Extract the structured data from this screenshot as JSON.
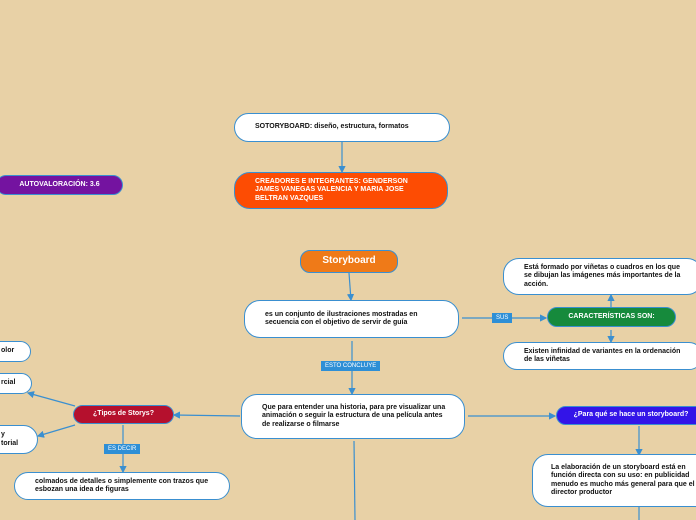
{
  "nodes": {
    "title_top": "SOTORYBOARD: diseño, estructura, formatos",
    "creators": "CREADORES E INTEGRANTES: GENDERSON JAMES VANEGAS VALENCIA Y MARIA JOSE BELTRAN VAZQUES",
    "self_eval": "AUTOVALORACIÓN: 3.6",
    "central": "Storyboard",
    "definition": "es un conjunto de ilustraciones mostradas en secuencia con el objetivo de servir de guía",
    "characteristics": "CARACTERÍSTICAS SON:",
    "char_1": "Está formado por viñetas o cuadros en los que se dibujan las imágenes más importantes de la acción.",
    "char_2": "Existen infinidad de variantes en la ordenación de las viñetas",
    "purpose_text": "Que para entender una historia, para pre visualizar una animación o seguir la estructura de una película antes de realizarse o filmarse",
    "why": "¿Para qué se hace un storyboard?",
    "why_answer": "La elaboración de un storyboard está en función directa con su uso: en publicidad menudo es mucho más general para que el director productor",
    "types": "¿Tipos de Storys?",
    "type_color": "olor",
    "type_commercial": "rcial",
    "type_editorial": "y\ntorial",
    "detail": "colmados de detalles o simplemente con trazos que esbozan una idea de figuras"
  },
  "labels": {
    "sus": "SUS",
    "esto_concluye": "ESTO CONCLUYE",
    "es_decir": "ES DECIR"
  },
  "colors": {
    "background": "#e8d1a6",
    "line": "#3a8fd0",
    "central": "#ef7a18",
    "creators": "#fd4c03",
    "self_eval": "#7413a0",
    "characteristics": "#168a3c",
    "types": "#b5102d",
    "why": "#3314e8"
  }
}
